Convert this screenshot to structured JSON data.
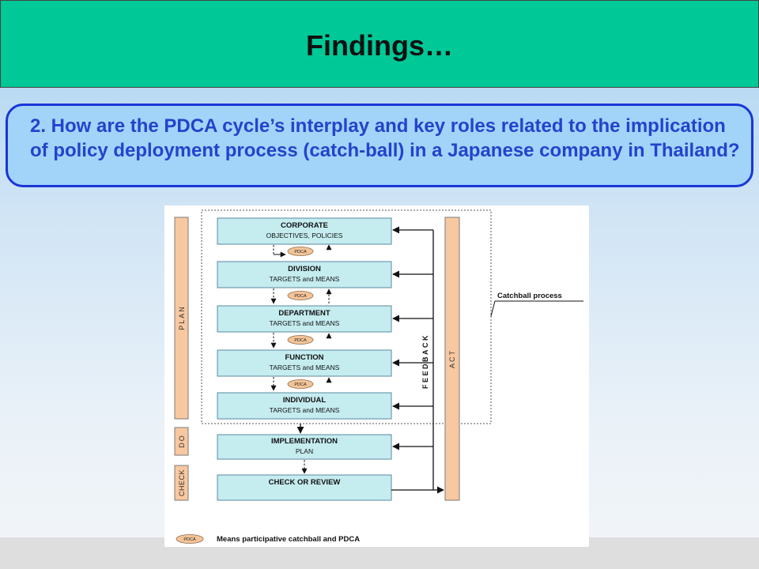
{
  "slide": {
    "title": "Findings…",
    "question": "2. How are the PDCA cycle’s interplay and key roles related to the implication of policy deployment process (catch-ball) in a Japanese company in Thailand?"
  },
  "diagram": {
    "levels": [
      {
        "title": "CORPORATE",
        "subtitle": "OBJECTIVES, POLICIES"
      },
      {
        "title": "DIVISION",
        "subtitle": "TARGETS and MEANS"
      },
      {
        "title": "DEPARTMENT",
        "subtitle": "TARGETS and MEANS"
      },
      {
        "title": "FUNCTION",
        "subtitle": "TARGETS and MEANS"
      },
      {
        "title": "INDIVIDUAL",
        "subtitle": "TARGETS and MEANS"
      },
      {
        "title": "IMPLEMENTATION",
        "subtitle": "PLAN"
      },
      {
        "title": "CHECK OR REVIEW",
        "subtitle": ""
      }
    ],
    "pdca_label": "PDCA",
    "side_labels": {
      "plan": "PLAN",
      "do": "DO",
      "check": "CHECK",
      "act": "ACT"
    },
    "feedback_label": "FEEDBACK",
    "catchball_label": "Catchball process",
    "legend_label": "Means participative catchball and PDCA",
    "colors": {
      "box_fill": "#c5ecef",
      "side_fill": "#f8c8a0",
      "pdca_fill": "#f3c497"
    }
  }
}
